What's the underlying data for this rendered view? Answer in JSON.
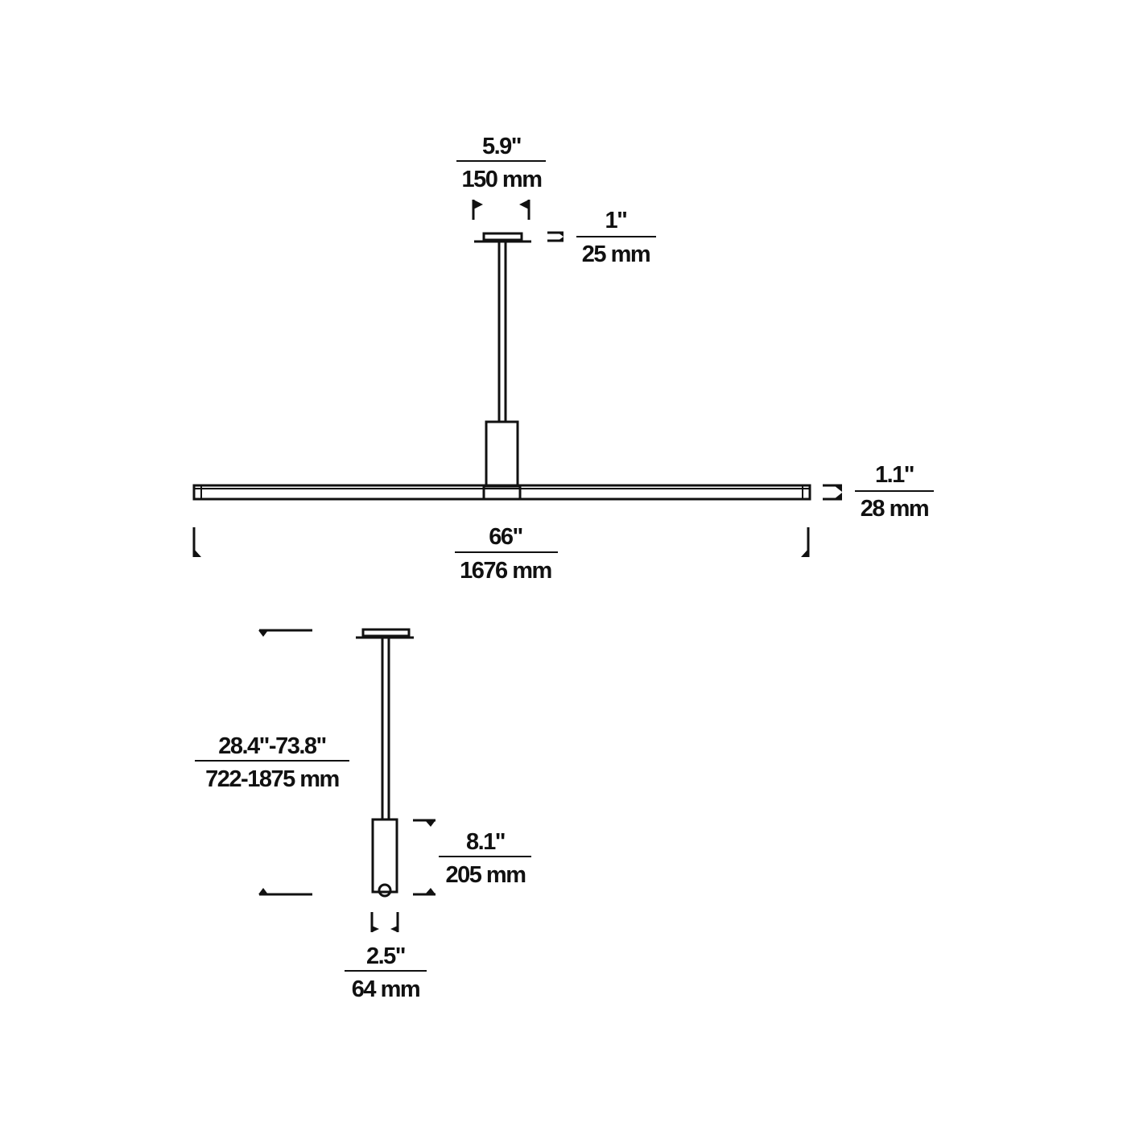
{
  "diagram": {
    "front_view": {
      "canopy_width": {
        "imperial": "5.9\"",
        "metric": "150 mm"
      },
      "canopy_height": {
        "imperial": "1\"",
        "metric": "25 mm"
      },
      "bar_height": {
        "imperial": "1.1\"",
        "metric": "28 mm"
      },
      "overall_width": {
        "imperial": "66\"",
        "metric": "1676 mm"
      }
    },
    "side_view": {
      "overall_height": {
        "imperial": "28.4\"-73.8\"",
        "metric": "722-1875 mm"
      },
      "housing_height": {
        "imperial": "8.1\"",
        "metric": "205 mm"
      },
      "housing_width": {
        "imperial": "2.5\"",
        "metric": "64 mm"
      }
    },
    "line_color": "#111111"
  }
}
